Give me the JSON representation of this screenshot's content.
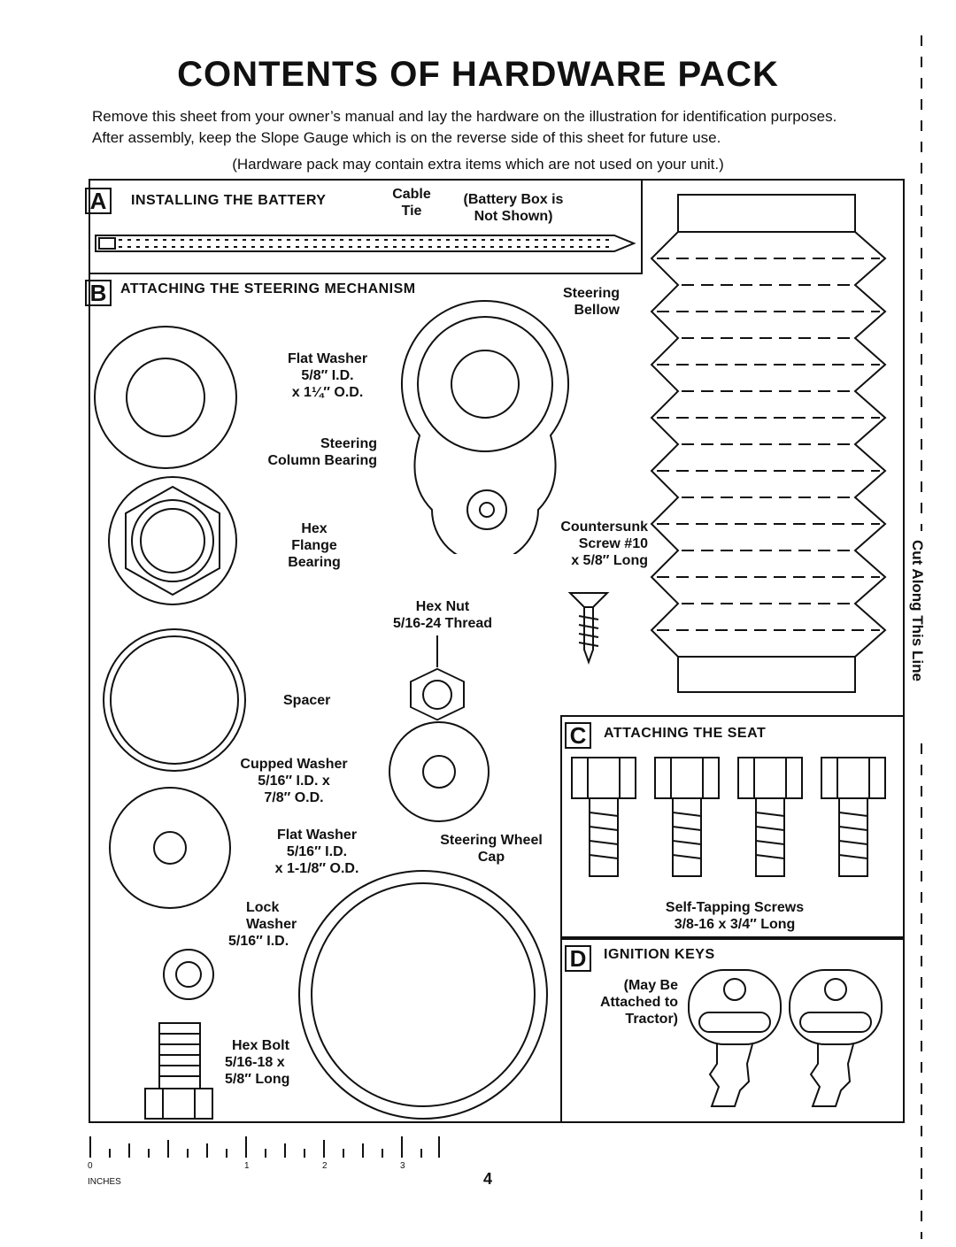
{
  "title": "CONTENTS OF HARDWARE PACK",
  "intro_line1": "Remove this sheet from your owner’s manual and lay the hardware on the illustration for identification purposes.",
  "intro_line2": "After assembly, keep the Slope Gauge which is on the reverse side of this sheet for future use.",
  "note": "(Hardware pack may contain extra items which are not used on your unit.)",
  "sections": {
    "a": {
      "letter": "A",
      "heading": "INSTALLING THE BATTERY",
      "cable_tie_1": "Cable",
      "cable_tie_2": "Tie",
      "battery_note_1": "(Battery Box is",
      "battery_note_2": "Not Shown)"
    },
    "b": {
      "letter": "B",
      "heading": "ATTACHING THE STEERING MECHANISM"
    },
    "c": {
      "letter": "C",
      "heading": "ATTACHING THE SEAT"
    },
    "d": {
      "letter": "D",
      "heading": "IGNITION KEYS"
    }
  },
  "labels": {
    "steering_bellow_1": "Steering",
    "steering_bellow_2": "Bellow",
    "flat_washer_1": "Flat Washer",
    "flat_washer_2": "5/8″ I.D.",
    "flat_washer_3": "x 1¼″ O.D.",
    "column_bearing_1": "Steering",
    "column_bearing_2": "Column Bearing",
    "hex_flange_1": "Hex",
    "hex_flange_2": "Flange",
    "hex_flange_3": "Bearing",
    "countersunk_1": "Countersunk",
    "countersunk_2": "Screw #10",
    "countersunk_3": "x 5/8″ Long",
    "hex_nut_1": "Hex Nut",
    "hex_nut_2": "5/16-24 Thread",
    "spacer": "Spacer",
    "cupped_1": "Cupped Washer",
    "cupped_2": "5/16″ I.D. x",
    "cupped_3": "7/8″ O.D.",
    "flat_washer_small_1": "Flat Washer",
    "flat_washer_small_2": "5/16″ I.D.",
    "flat_washer_small_3": "x 1-1/8″ O.D.",
    "wheel_cap_1": "Steering Wheel",
    "wheel_cap_2": "Cap",
    "lock_1": "Lock",
    "lock_2": "Washer",
    "lock_3": "5/16″ I.D.",
    "hex_bolt_1": "Hex Bolt",
    "hex_bolt_2": "5/16-18 x",
    "hex_bolt_3": "5/8″ Long",
    "self_tapping_1": "Self-Tapping Screws",
    "self_tapping_2": "3/8-16 x 3/4″ Long",
    "keys_1": "(May Be",
    "keys_2": "Attached to",
    "keys_3": "Tractor)"
  },
  "ruler": {
    "ticks": [
      "0",
      "1",
      "2",
      "3"
    ],
    "unit": "INCHES"
  },
  "page_number": "4",
  "cut_line": "Cut Along This Line"
}
